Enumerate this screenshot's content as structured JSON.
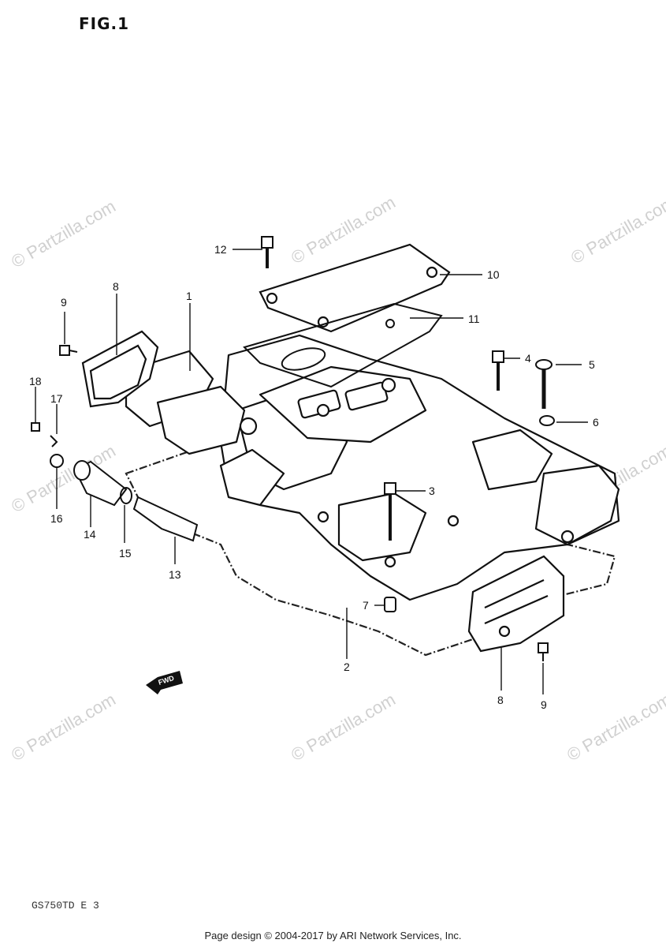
{
  "figure": {
    "title": "FIG.1",
    "model_code": "GS750TD E 3",
    "direction_label": "FWD"
  },
  "watermark": {
    "text": "© Partzilla.com",
    "short_text": "© Partzilla."
  },
  "callouts": {
    "c1": "1",
    "c2": "2",
    "c3": "3",
    "c4": "4",
    "c5": "5",
    "c6": "6",
    "c7": "7",
    "c8a": "8",
    "c8b": "8",
    "c9a": "9",
    "c9b": "9",
    "c10": "10",
    "c11": "11",
    "c12": "12",
    "c13": "13",
    "c14": "14",
    "c15": "15",
    "c16": "16",
    "c17": "17",
    "c18": "18"
  },
  "footer": {
    "text": "Page design © 2004-2017 by ARI Network Services, Inc."
  }
}
